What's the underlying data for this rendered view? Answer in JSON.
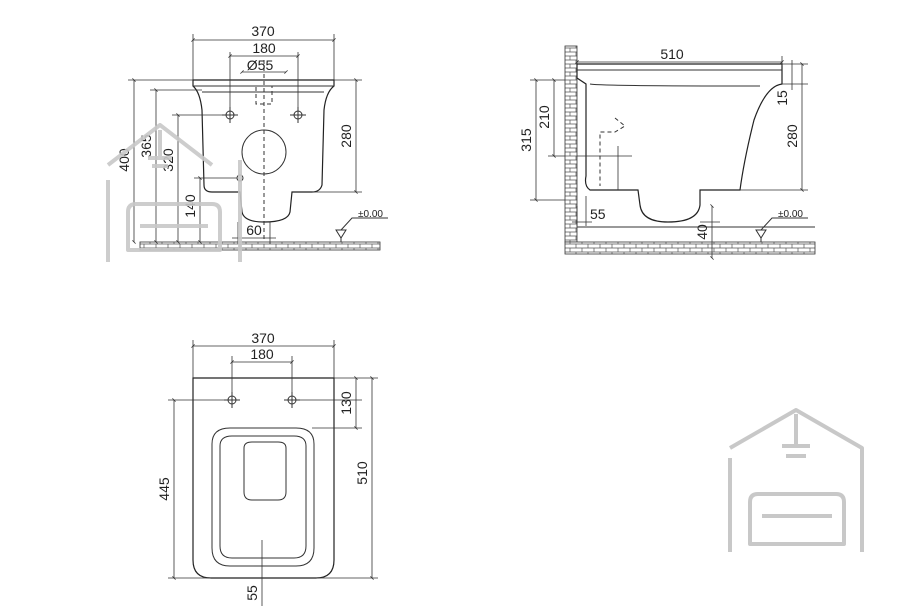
{
  "front_view": {
    "dim_width": "370",
    "dim_holes": "180",
    "dim_diameter": "Ø55",
    "dim_height_280": "280",
    "dim_400": "400",
    "dim_365": "365",
    "dim_320": "320",
    "dim_140": "140",
    "dim_60": "60",
    "floor_level": "±0.00"
  },
  "side_view": {
    "dim_length": "510",
    "dim_15": "15",
    "dim_280": "280",
    "dim_315": "315",
    "dim_210": "210",
    "dim_55": "55",
    "dim_40": "40",
    "floor_level": "±0.00"
  },
  "top_view": {
    "dim_width": "370",
    "dim_holes": "180",
    "dim_130": "130",
    "dim_510": "510",
    "dim_445": "445",
    "dim_55": "55"
  },
  "watermark_icon": "house-sofa-icon"
}
